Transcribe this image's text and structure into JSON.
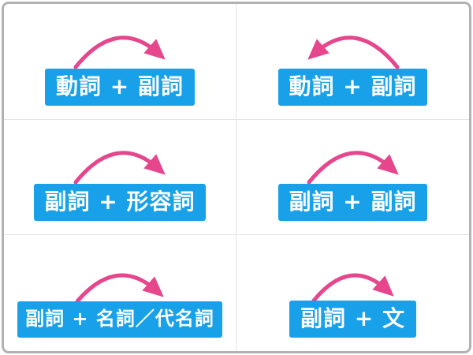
{
  "page": {
    "background": "#ffffff",
    "frame_border_color": "#b2b2b2",
    "grid_line_color": "#e3e3e3"
  },
  "colors": {
    "box_blue": "#18a0e8",
    "box_text": "#ffffff",
    "arrow_pink": "#e5468c"
  },
  "grid": {
    "columns": 2,
    "rows": 3
  },
  "cells": [
    {
      "label": "動詞 + 副詞",
      "arrow_direction": "left-to-right"
    },
    {
      "label": "動詞 + 副詞",
      "arrow_direction": "right-to-left"
    },
    {
      "label": "副詞 + 形容詞",
      "arrow_direction": "left-to-right"
    },
    {
      "label": "副詞 + 副詞",
      "arrow_direction": "left-to-right"
    },
    {
      "label": "副詞 + 名詞／代名詞",
      "arrow_direction": "left-to-right"
    },
    {
      "label": "副詞 + 文",
      "arrow_direction": "left-to-right"
    }
  ]
}
